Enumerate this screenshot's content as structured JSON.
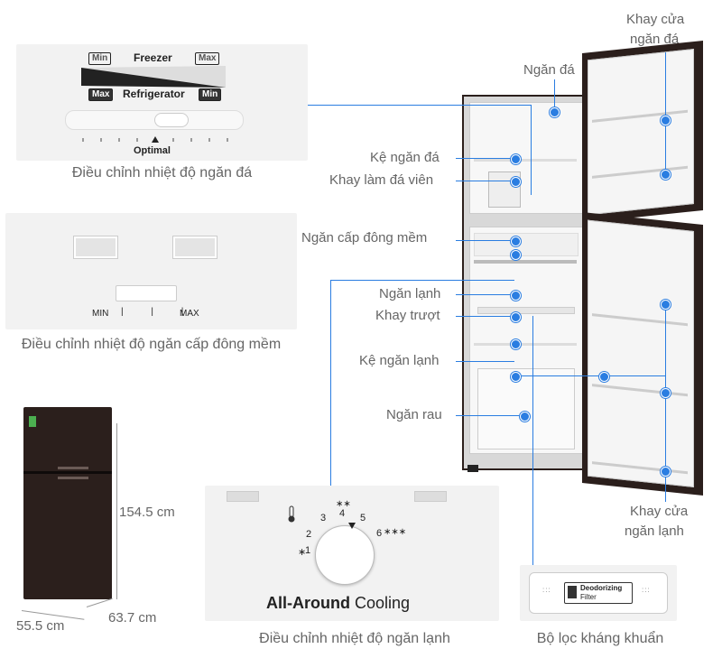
{
  "top_left_caption": "Điều chỉnh nhiệt độ ngăn đá",
  "mid_left_caption": "Điều chỉnh nhiệt độ ngăn cấp đông mềm",
  "bottom_mid_caption": "Điều chỉnh nhiệt độ ngăn lạnh",
  "bottom_right_caption": "Bộ lọc kháng khuẩn",
  "freezer_panel": {
    "freezer_label": "Freezer",
    "fridge_label": "Refrigerator",
    "min": "Min",
    "max": "Max",
    "optimal": "Optimal"
  },
  "softfreeze_panel": {
    "min": "MIN",
    "max": "MAX"
  },
  "dial_panel": {
    "brand_bold": "All-Around",
    "brand_rest": " Cooling",
    "n1": "1",
    "n2": "2",
    "n3": "3",
    "n4": "4",
    "n5": "5",
    "n6": "6",
    "stars1": "∗",
    "stars4": "∗∗",
    "stars6": "∗∗∗"
  },
  "filter_panel": {
    "text1": "Deodorizing",
    "text2": "Filter"
  },
  "dimensions": {
    "height": "154.5 cm",
    "width": "55.5 cm",
    "depth": "63.7 cm"
  },
  "callouts": {
    "ngan_da": "Ngăn đá",
    "khay_cua_ngan_da_1": "Khay cửa",
    "khay_cua_ngan_da_2": "ngăn đá",
    "ke_ngan_da": "Kệ ngăn đá",
    "khay_lam_da": "Khay làm đá viên",
    "ngan_cap_dong": "Ngăn cấp đông mềm",
    "ngan_lanh": "Ngăn lạnh",
    "khay_truot": "Khay trượt",
    "ke_ngan_lanh": "Kệ ngăn lạnh",
    "ngan_rau": "Ngăn rau",
    "khay_cua_ngan_lanh_1": "Khay cửa",
    "khay_cua_ngan_lanh_2": "ngăn lạnh"
  },
  "colors": {
    "accent": "#2a7de1",
    "fridge_body": "#2b1f1c"
  }
}
